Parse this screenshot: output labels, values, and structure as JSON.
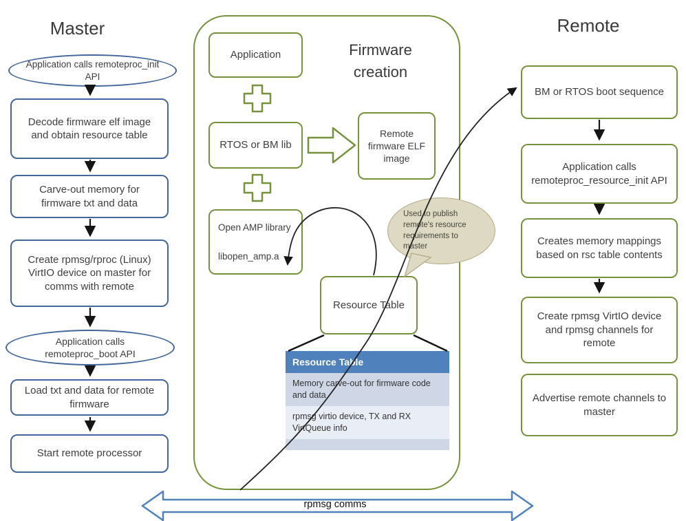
{
  "master": {
    "title": "Master",
    "steps": [
      "Application calls remoteproc_init API",
      "Decode firmware elf image and obtain resource table",
      "Carve-out memory for firmware txt and data",
      "Create rpmsg/rproc (Linux) VirtIO device on master for comms with remote",
      "Application calls remoteproc_boot API",
      "Load txt and data for remote firmware",
      "Start remote processor"
    ]
  },
  "firmware": {
    "title": "Firmware creation",
    "application": "Application",
    "rtos": "RTOS or BM lib",
    "elf": "Remote firmware ELF image",
    "openamp_line1": "Open AMP library",
    "openamp_line2": "libopen_amp.a",
    "resource_box": "Resource Table",
    "callout": "Used to publish remote's resource requirements to master",
    "table": {
      "header": "Resource Table",
      "rows": [
        "Memory carve-out for firmware code and data",
        "rpmsg virtio device, TX and RX VirtQueue info"
      ]
    }
  },
  "remote": {
    "title": "Remote",
    "steps": [
      "BM or RTOS boot sequence",
      "Application calls remoteproc_resource_init API",
      "Creates memory mappings based on rsc table contents",
      "Create rpmsg VirtIO device and rpmsg channels for remote",
      "Advertise remote channels to master"
    ]
  },
  "bottom": {
    "label": "rpmsg comms"
  },
  "icons": {
    "plus_1": "plus-icon",
    "plus_2": "plus-icon",
    "block_arrow": "right-block-arrow-icon",
    "rpmsg_arrow": "double-headed-arrow-icon"
  },
  "colors": {
    "master_border": "#44679B",
    "green_border": "#76923C",
    "table_header": "#4F81BD",
    "row_light": "#CFD7E7",
    "row_lighter": "#E9EDF5",
    "callout_bg": "#DDD9C3",
    "arrow_blue": "#4F81BD"
  }
}
